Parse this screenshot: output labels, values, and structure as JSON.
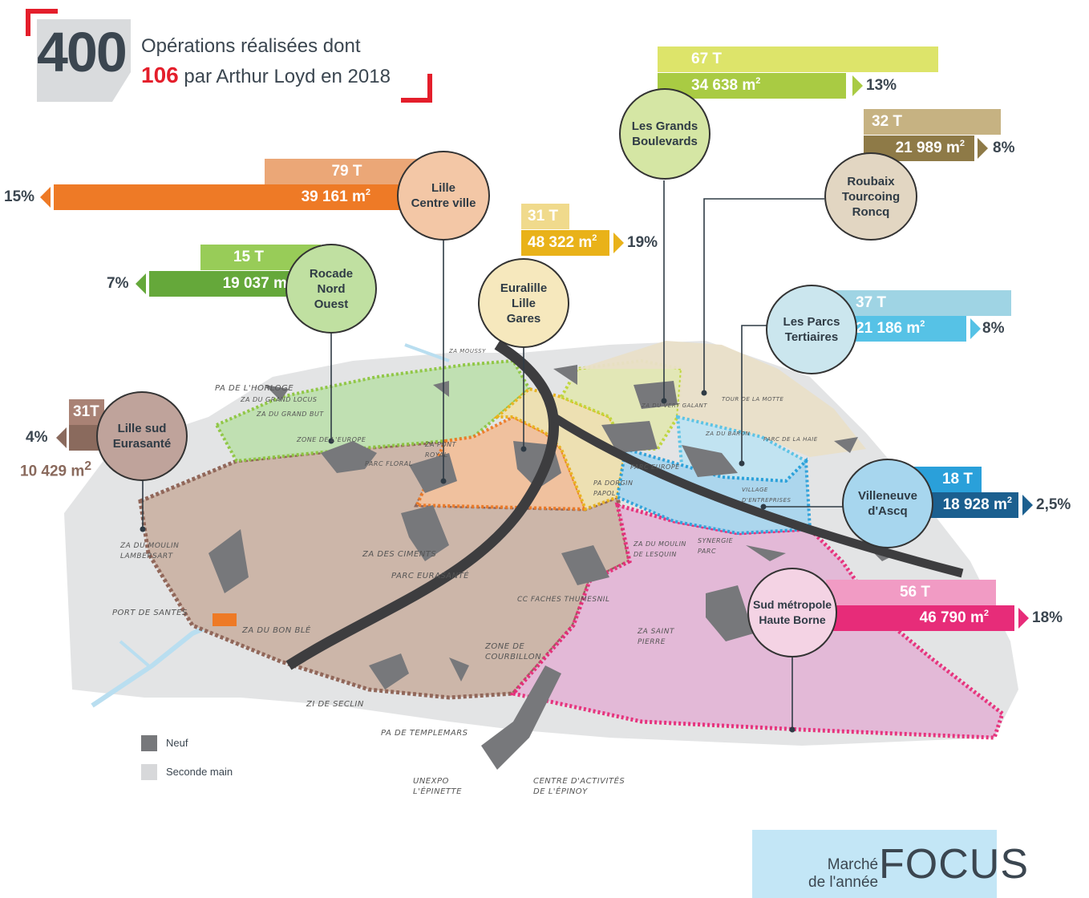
{
  "header": {
    "total": "400",
    "line1": "Opérations réalisées dont",
    "count_bold": "106",
    "line2": "par Arthur Loyd en 2018"
  },
  "zones": [
    {
      "key": "grands_boulevards",
      "name": "Les Grands\nBoulevards",
      "transactions": "67 T",
      "surface": "34 638 m²",
      "share": "13%",
      "color_t": "#dde46a",
      "color_s": "#a9cb43",
      "circle_fill": "#d5e6a4"
    },
    {
      "key": "roubaix",
      "name": "Roubaix\nTourcoing\nRoncq",
      "transactions": "32 T",
      "surface": "21 989 m²",
      "share": "8%",
      "color_t": "#c6b282",
      "color_s": "#8e7a47",
      "circle_fill": "#e2d6c2"
    },
    {
      "key": "lille_centre",
      "name": "Lille\nCentre ville",
      "transactions": "79 T",
      "surface": "39 161 m²",
      "share": "15%",
      "color_t": "#eba777",
      "color_s": "#ee7a26",
      "circle_fill": "#f3c7a6"
    },
    {
      "key": "euralille",
      "name": "Euralille\nLille\nGares",
      "transactions": "31 T",
      "surface": "48 322 m²",
      "share": "19%",
      "color_t": "#f0da8c",
      "color_s": "#e9b219",
      "circle_fill": "#f6e8bd"
    },
    {
      "key": "rocade",
      "name": "Rocade\nNord\nOuest",
      "transactions": "15 T",
      "surface": "19 037 m²",
      "share": "7%",
      "color_t": "#98cc58",
      "color_s": "#65a83a",
      "circle_fill": "#c0e0a1"
    },
    {
      "key": "parcs_tertiaires",
      "name": "Les Parcs\nTertiaires",
      "transactions": "37 T",
      "surface": "21 186 m²",
      "share": "8%",
      "color_t": "#9fd4e4",
      "color_s": "#56c2e6",
      "circle_fill": "#cbe6ee"
    },
    {
      "key": "lille_sud",
      "name": "Lille sud\nEurasanté",
      "transactions": "31T",
      "surface": "10 429 m²",
      "share": "4%",
      "color_t": "#a98275",
      "color_s": "#8a6a5d",
      "circle_fill": "#bfa39b"
    },
    {
      "key": "villeneuve",
      "name": "Villeneuve\nd'Ascq",
      "transactions": "18 T",
      "surface": "18 928 m²",
      "share": "2,5%",
      "color_t": "#2aa0da",
      "color_s": "#1b5f8f",
      "circle_fill": "#a7d6ee"
    },
    {
      "key": "sud_metropole",
      "name": "Sud métropole\nHaute Borne",
      "transactions": "56 T",
      "surface": "46 790 m²",
      "share": "18%",
      "color_t": "#f19bc4",
      "color_s": "#e72c79",
      "circle_fill": "#f4d3e4"
    }
  ],
  "map_labels": [
    "PA DE L'HORLOGE",
    "ZA DU GRAND LOCUS",
    "ZA DU GRAND BUT",
    "ZONE DE L'EUROPE",
    "ZA DES CIMENTS",
    "PARC EURASANTÉ",
    "PORT DE SANTES",
    "ZA DU BON BLÉ",
    "ZI DE SECLIN",
    "PA DE TEMPLEMARS",
    "UNEXPO\nL'ÉPINETTE",
    "CENTRE D'ACTIVITÉS\nDE L'ÉPINOY",
    "ZONE DE\nCOURBILLON",
    "CC FACHES THUMESNIL",
    "ZA SAINT\nPIERRE",
    "ZA DU MOULIN\nLAMBERSART",
    "PARC FLORAL",
    "ZA PONT\nROYAL",
    "ZA DU MOULIN\nDE LESQUIN",
    "SYNERGIE\nPARC",
    "PARC EUROPE",
    "PA DORGIN\nPAPOL",
    "PARC DE LA HAIE",
    "VILLAGE\nD'ENTREPRISES",
    "ZA MOUSSY",
    "TOUR DE LA MOTTE",
    "ZA DU VERT GALANT",
    "ZA DU BARON"
  ],
  "legend": {
    "new_label": "Neuf",
    "second_label": "Seconde main",
    "new_color": "#77787b",
    "second_color": "#d7d8da"
  },
  "focus": {
    "subtitle": "Marché\nde l'année",
    "word": "FOCUS"
  }
}
